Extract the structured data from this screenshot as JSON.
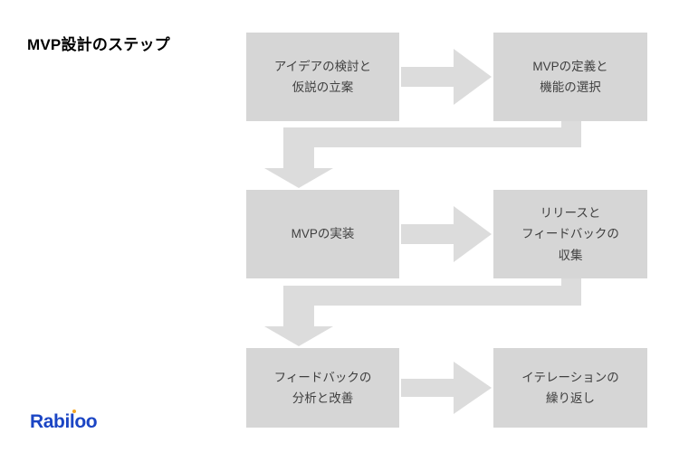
{
  "slide": {
    "title": "MVP設計のステップ",
    "background_color": "#FFFFFF"
  },
  "theme": {
    "box_fill": "#D6D6D6",
    "box_text_color": "#404040",
    "arrow_fill": "#DCDCDC",
    "title_color": "#000000",
    "logo_blue": "#1B45C4",
    "logo_orange": "#F5A623"
  },
  "diagram": {
    "type": "flowchart",
    "layout": "3 rows x 2 columns, serpentine (left-to-right, then wrap down-left)",
    "nodes": [
      {
        "id": "step1",
        "order": 1,
        "label": "アイデアの検討と\n仮説の立案"
      },
      {
        "id": "step2",
        "order": 2,
        "label": "MVPの定義と\n機能の選択"
      },
      {
        "id": "step3",
        "order": 3,
        "label": "MVPの実装"
      },
      {
        "id": "step4",
        "order": 4,
        "label": "リリースと\nフィードバックの\n収集"
      },
      {
        "id": "step5",
        "order": 5,
        "label": "フィードバックの\n分析と改善"
      },
      {
        "id": "step6",
        "order": 6,
        "label": "イテレーションの\n繰り返し"
      }
    ],
    "connectors": [
      {
        "id": "arrow1",
        "from": "step1",
        "to": "step2",
        "shape": "straight-right"
      },
      {
        "id": "arrow2",
        "from": "step2",
        "to": "step3",
        "shape": "elbow-down-left"
      },
      {
        "id": "arrow3",
        "from": "step3",
        "to": "step4",
        "shape": "straight-right"
      },
      {
        "id": "arrow4",
        "from": "step4",
        "to": "step5",
        "shape": "elbow-down-left"
      },
      {
        "id": "arrow5",
        "from": "step5",
        "to": "step6",
        "shape": "straight-right"
      }
    ]
  },
  "logo": {
    "name": "Rabiloo",
    "part_a": "Rab",
    "part_i": "i",
    "part_b": "loo"
  }
}
